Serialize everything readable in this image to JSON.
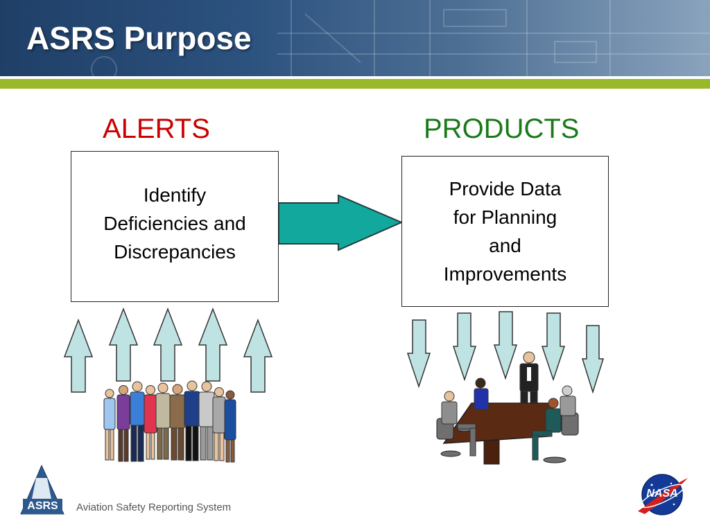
{
  "title": "ASRS Purpose",
  "left": {
    "heading": "ALERTS",
    "box_text": "Identify\nDeficiencies and\nDiscrepancies"
  },
  "right": {
    "heading": "PRODUCTS",
    "box_text": "Provide Data\nfor Planning\nand\nImprovements"
  },
  "footer": {
    "text": "Aviation Safety Reporting System",
    "asrs_logo_text": "ASRS",
    "nasa_logo_text": "NASA"
  },
  "colors": {
    "header_blue": "#2c527f",
    "accent_green": "#99b82a",
    "alerts_red": "#cc0000",
    "products_green": "#1a7a1a",
    "main_arrow_teal": "#13a89e",
    "small_arrow_fill": "#bfe3e3"
  },
  "icons": {
    "group_clipart": "group-of-people-clipart",
    "meeting_clipart": "meeting-table-clipart"
  }
}
